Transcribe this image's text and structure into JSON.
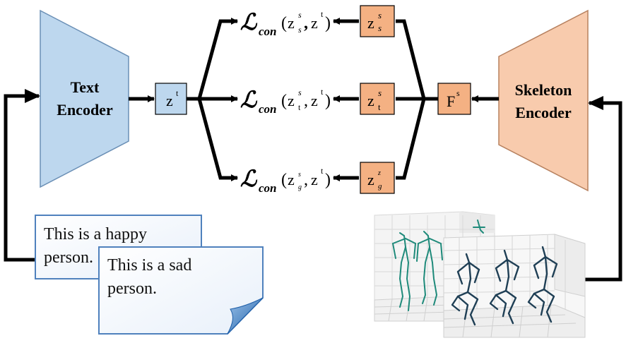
{
  "text_encoder": {
    "line1": "Text",
    "line2": "Encoder"
  },
  "skeleton_encoder": {
    "line1": "Skeleton",
    "line2": "Encoder"
  },
  "text_feature": {
    "base": "z",
    "sup": "t"
  },
  "skeleton_feature": {
    "base": "F",
    "sup": "s"
  },
  "skeleton_tokens": [
    {
      "base": "z",
      "sub": "s",
      "sup": "s"
    },
    {
      "base": "z",
      "sub": "t",
      "sup": "s"
    },
    {
      "base": "z",
      "sub": "g",
      "sup": "z"
    }
  ],
  "losses": [
    {
      "symbol": "ℒ",
      "sub": "con",
      "open": "(",
      "a_base": "z",
      "a_sub": "s",
      "a_sup": "s",
      "comma": ",",
      "b_base": "z",
      "b_sup": "t",
      "close": ")"
    },
    {
      "symbol": "ℒ",
      "sub": "con",
      "open": "(",
      "a_base": "z",
      "a_sub": "t",
      "a_sup": "s",
      "comma": ",",
      "b_base": "z",
      "b_sup": "t",
      "close": ")"
    },
    {
      "symbol": "ℒ",
      "sub": "con",
      "open": "(",
      "a_base": "z",
      "a_sub": "g",
      "a_sup": "s",
      "comma": ",",
      "b_base": "z",
      "b_sup": "t",
      "close": ")"
    }
  ],
  "text_cards": [
    {
      "line1": "This is a happy",
      "line2": "person."
    },
    {
      "line1": "This is a sad",
      "line2": "person."
    }
  ],
  "colors": {
    "text_encoder_fill": "#bdd7ee",
    "skeleton_encoder_fill": "#f8cbad",
    "token_fill": "#f4b183",
    "arrow": "#000000",
    "card_border": "#4f81bd",
    "skeleton_line": "#1f4e5e"
  }
}
